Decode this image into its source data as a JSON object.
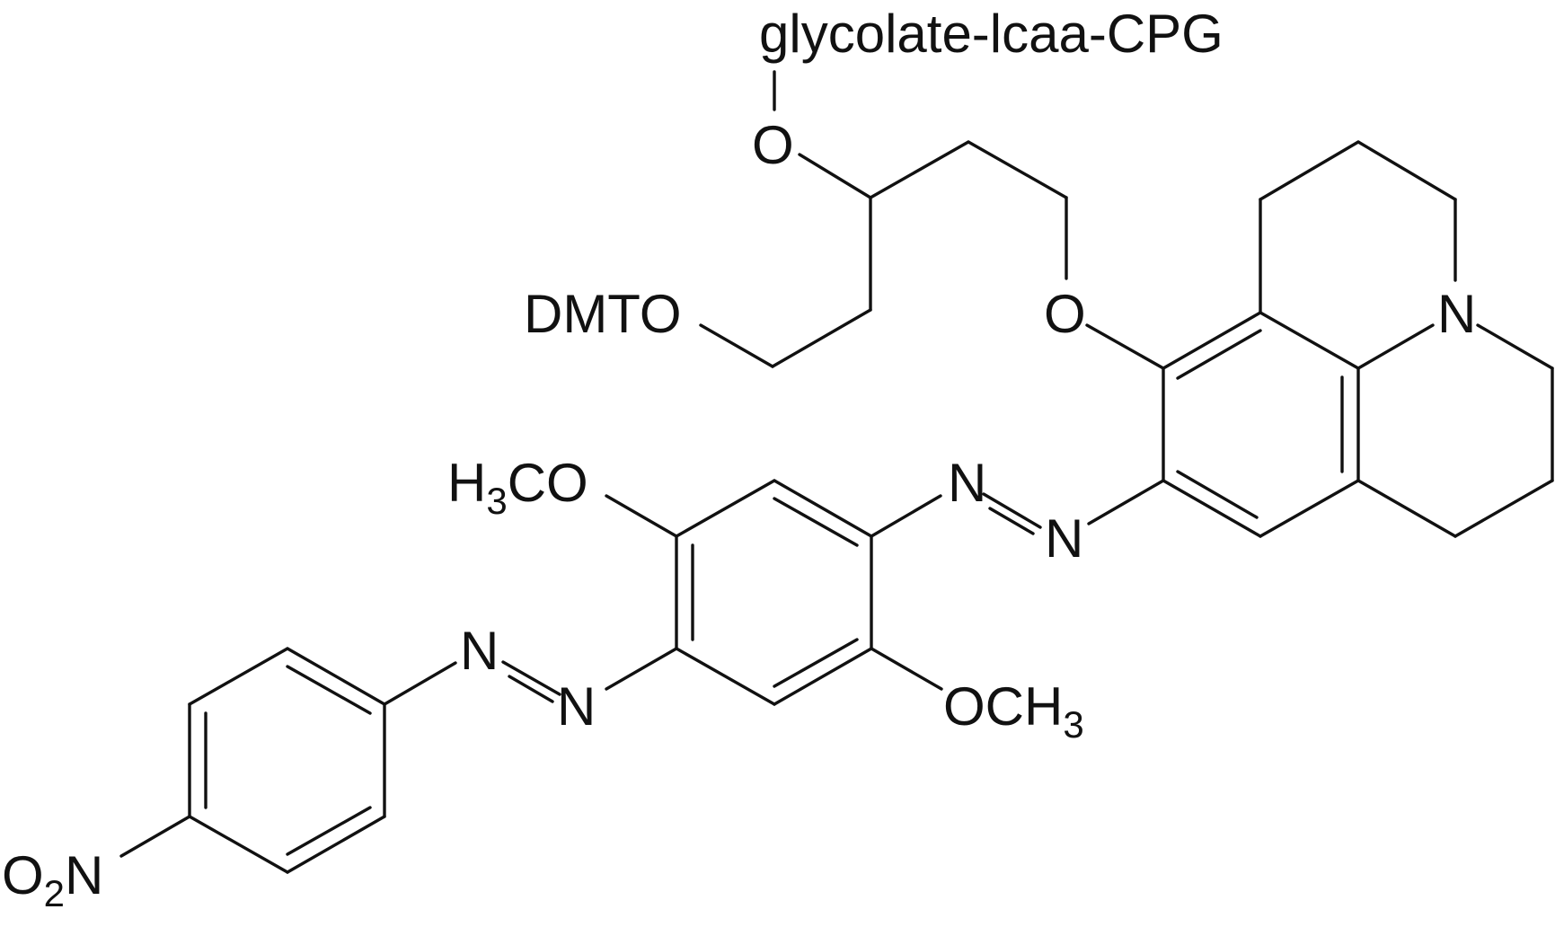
{
  "diagram": {
    "type": "chemical-structure",
    "labels": {
      "solid_support": "glycolate-lcaa-CPG",
      "ether_o_top": "O",
      "dmt_ether": "DMTO",
      "ether_o_right": "O",
      "julolidine_n": "N",
      "methoxy_left": {
        "main": "H",
        "sub": "3",
        "tail": "CO"
      },
      "methoxy_right": {
        "main": "OCH",
        "sub": "3"
      },
      "azo_upper_n1": "N",
      "azo_upper_n2": "N",
      "azo_lower_n1": "N",
      "azo_lower_n2": "N",
      "nitro": {
        "main": "O",
        "sub": "2",
        "tail": "N"
      }
    }
  }
}
